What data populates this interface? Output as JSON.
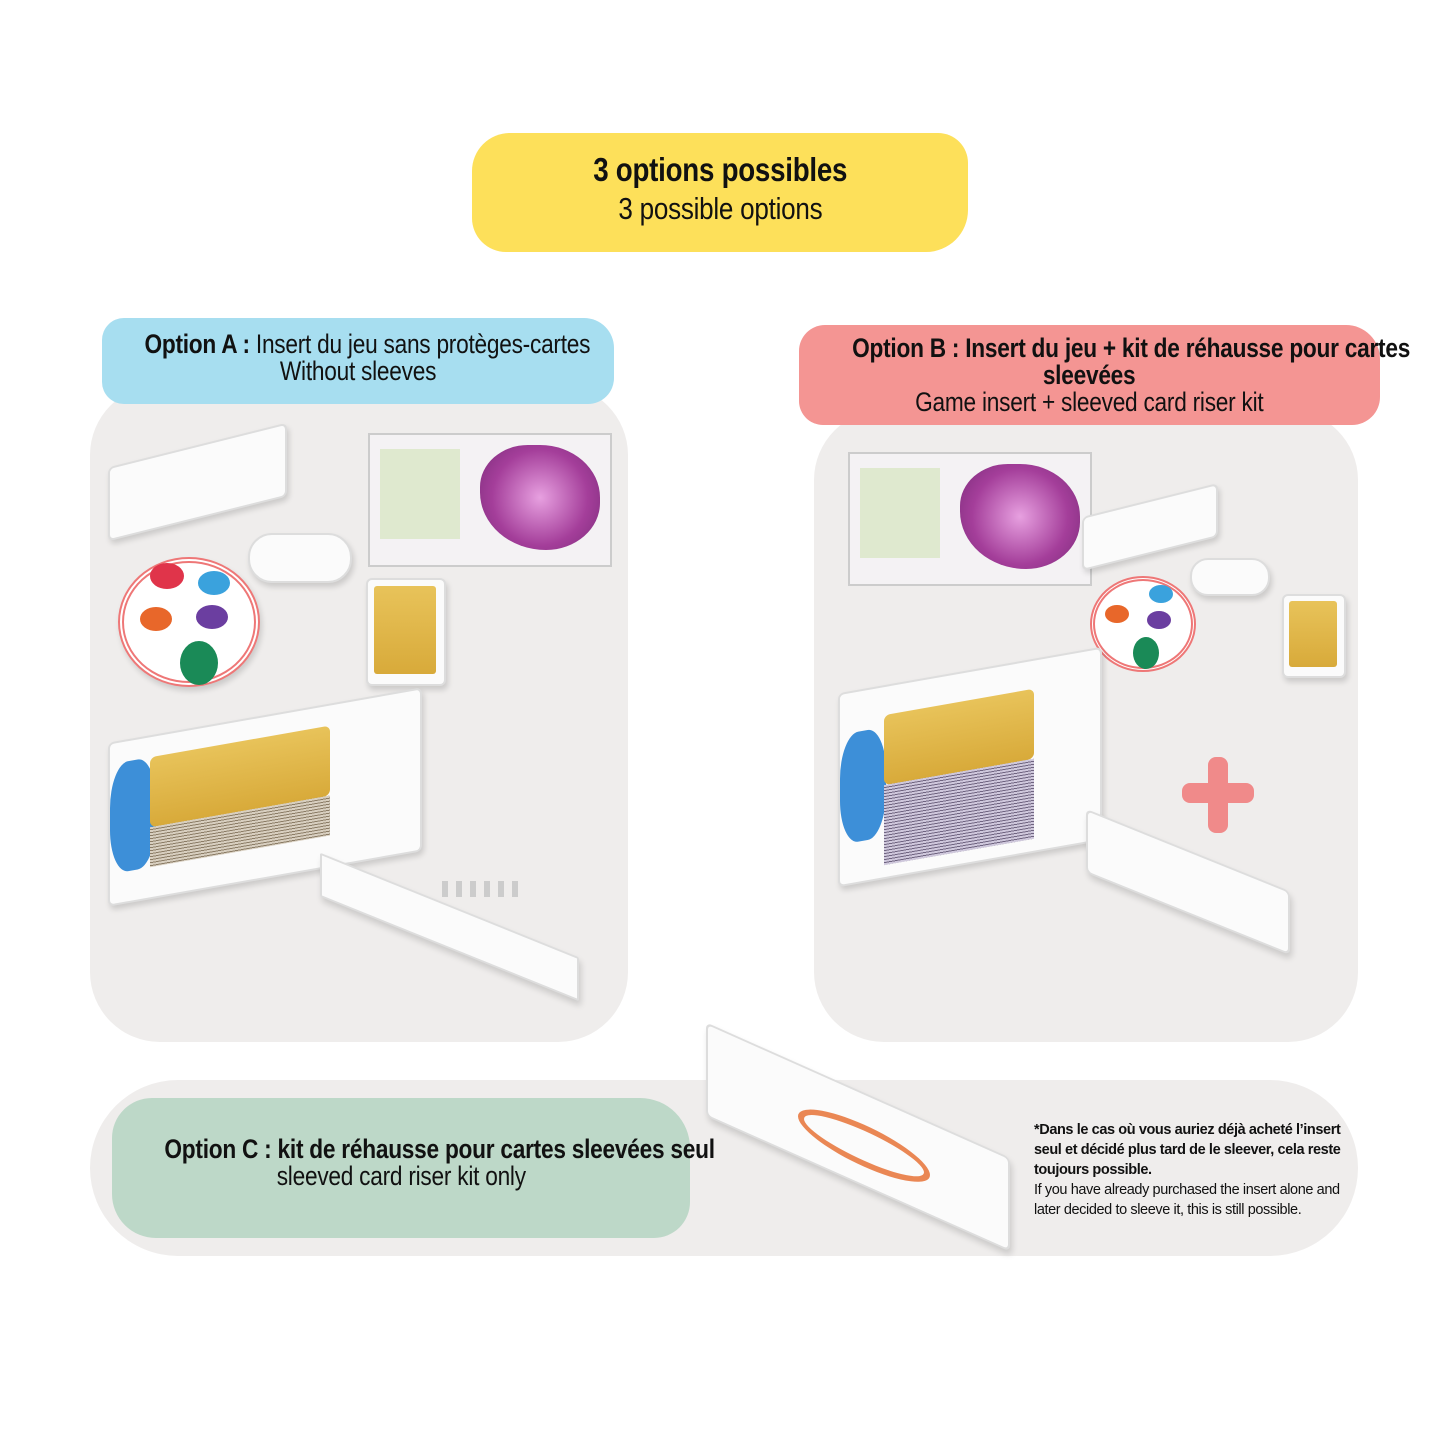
{
  "title": {
    "fr": "3 options possibles",
    "en": "3 possible options",
    "color": "#fde05a"
  },
  "option_a": {
    "label": "Option A :",
    "fr": "Insert du jeu sans protèges-cartes",
    "en": "Without sleeves",
    "color": "#a7def0"
  },
  "option_b": {
    "label": "Option B :",
    "fr_line1": "Insert du jeu + kit de réhausse pour cartes",
    "fr_line2": "sleevées",
    "en": "Game insert + sleeved card riser kit",
    "color": "#f49593",
    "plus_icon": "plus-icon"
  },
  "option_c": {
    "label": "Option C :",
    "fr": "kit de réhausse pour cartes  sleevées seul",
    "en": "sleeved card riser kit only",
    "color": "#bdd8c8"
  },
  "note": {
    "fr": "*Dans le cas où vous auriez déjà acheté l’insert seul et décidé plus tard de le sleever, cela reste toujours possible.",
    "en": "If you have already purchased the insert alone and later decided to sleeve it, this is still possible."
  }
}
